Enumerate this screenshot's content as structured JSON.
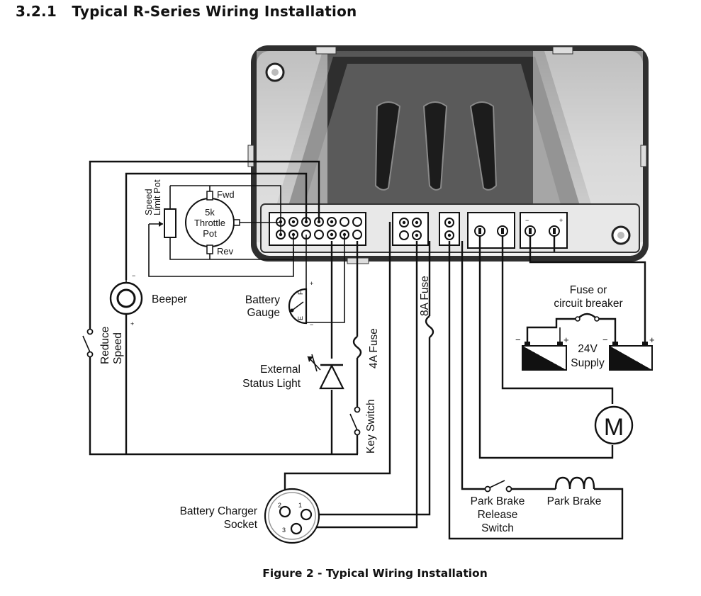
{
  "heading": "3.2.1   Typical R-Series Wiring Installation",
  "caption": "Figure 2 - Typical Wiring Installation",
  "labels": {
    "speed_limit_pot": [
      "Speed",
      "Limit Pot"
    ],
    "throttle_pot": [
      "5k",
      "Throttle",
      "Pot"
    ],
    "fwd": "Fwd",
    "rev": "Rev",
    "beeper": "Beeper",
    "battery_gauge": [
      "Battery",
      "Gauge"
    ],
    "gauge_e": "E",
    "gauge_f": "F",
    "reduce_speed": [
      "Reduce",
      "Speed"
    ],
    "external_status_light": [
      "External",
      "Status Light"
    ],
    "fuse_4a": "4A Fuse",
    "fuse_8a": "8A Fuse",
    "key_switch": "Key Switch",
    "battery_charger_socket": [
      "Battery Charger",
      "Socket"
    ],
    "pin_1": "1",
    "pin_2": "2",
    "pin_3": "3",
    "fuse_or_breaker": [
      "Fuse or",
      "circuit breaker"
    ],
    "supply": [
      "24V",
      "Supply"
    ],
    "motor": "M",
    "park_brake_release_switch": [
      "Park Brake",
      "Release",
      "Switch"
    ],
    "park_brake": "Park Brake",
    "minus": "−",
    "plus": "+"
  },
  "colors": {
    "ink": "#111111",
    "housing_dark": "#3a3a3a",
    "housing_mid": "#bdbdbd",
    "housing_light": "#e8e8e8"
  }
}
